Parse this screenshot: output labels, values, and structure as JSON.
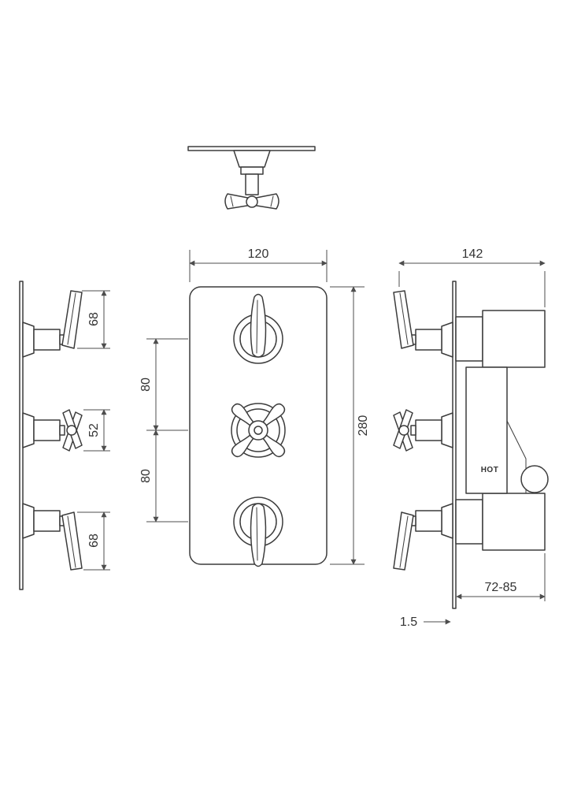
{
  "drawing": {
    "colors": {
      "line": "#3c3c3c",
      "dimension": "#4d4d4d",
      "background": "#ffffff"
    },
    "dims": {
      "front_width": "120",
      "front_height": "280",
      "spacing_upper": "80",
      "spacing_lower": "80",
      "handle_top_length": "68",
      "handle_middle_length": "52",
      "handle_bottom_length": "68",
      "side_overall_depth": "142",
      "install_depth_range": "72-85",
      "plate_thickness": "1.5"
    },
    "labels": {
      "hot_port": "HOT"
    }
  }
}
